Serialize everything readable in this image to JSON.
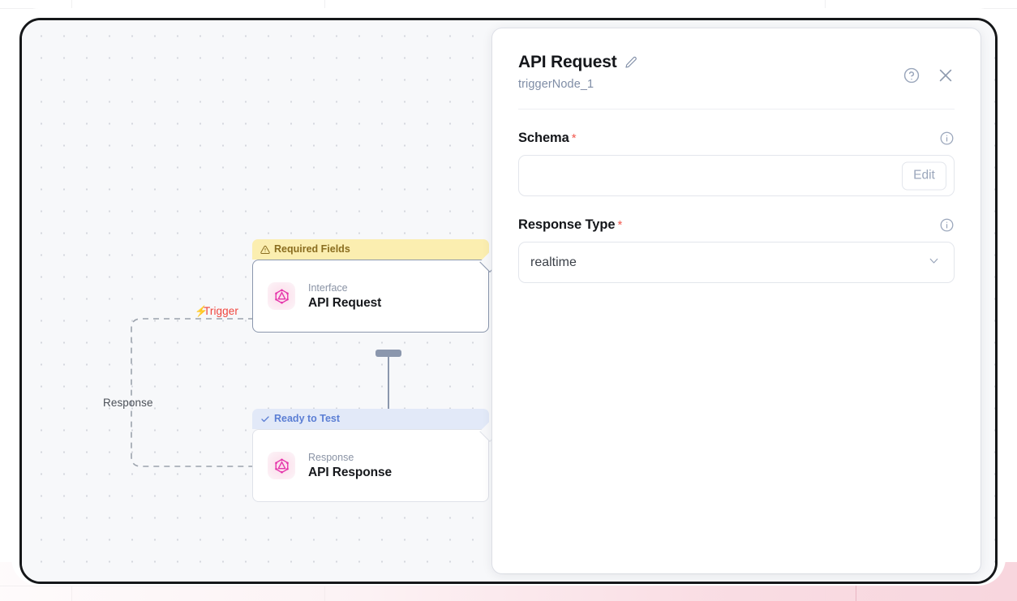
{
  "canvas": {
    "edges": [
      {
        "label": "Trigger",
        "icon": "lightning-bolt-icon",
        "color": "#f0443c"
      },
      {
        "label": "Response",
        "color": "#4b5058"
      }
    ],
    "nodes": [
      {
        "badge": {
          "text": "Required Fields",
          "icon": "warning-triangle-icon",
          "bg": "#fbeeb0",
          "fg": "#8a6d1f"
        },
        "kind": "Interface",
        "title": "API Request",
        "icon": "graphql-icon",
        "selected": true
      },
      {
        "badge": {
          "text": "Ready to Test",
          "icon": "check-icon",
          "bg": "#e2e9f8",
          "fg": "#5b7ed4"
        },
        "kind": "Response",
        "title": "API Response",
        "icon": "graphql-icon",
        "selected": false
      }
    ]
  },
  "panel": {
    "title": "API Request",
    "edit_icon": "pencil-icon",
    "subtitle": "triggerNode_1",
    "help_icon": "question-circle-icon",
    "close_icon": "close-icon",
    "fields": [
      {
        "label": "Schema",
        "required": "*",
        "info_icon": "info-circle-icon",
        "value": "",
        "placeholder": "",
        "button_label": "Edit"
      },
      {
        "label": "Response Type",
        "required": "*",
        "info_icon": "info-circle-icon",
        "value": "realtime",
        "chevron_icon": "chevron-down-icon"
      }
    ]
  },
  "colors": {
    "accent_red": "#f0443c",
    "accent_pink": "#e535ab",
    "warn_bg": "#fbeeb0",
    "ok_bg": "#e2e9f8",
    "canvas_bg": "#f7f8fa",
    "node_border": "#8b97ad"
  }
}
